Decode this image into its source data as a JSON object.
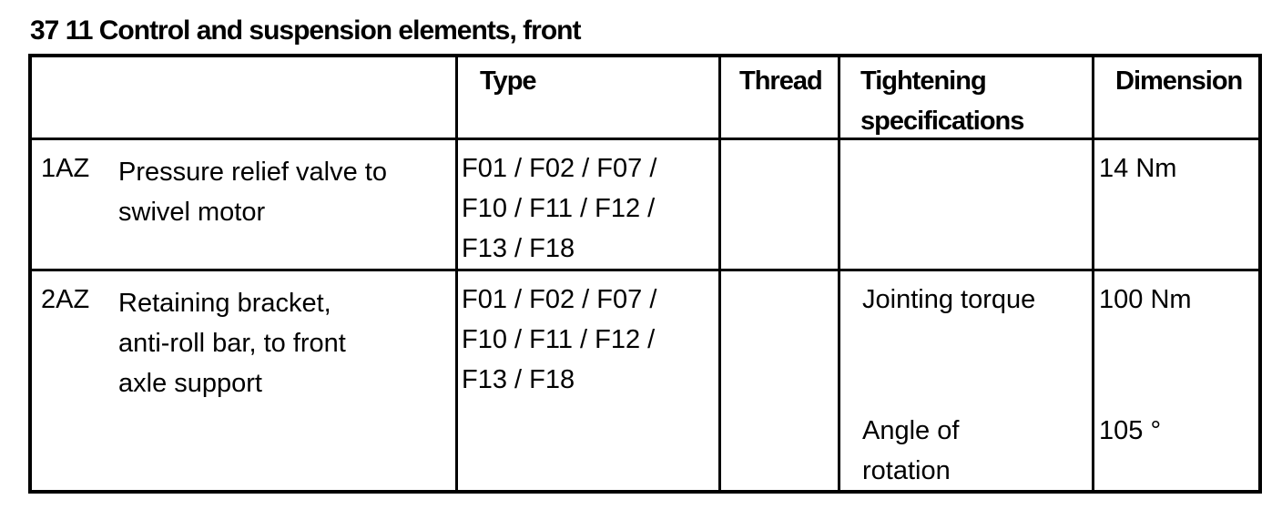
{
  "document": {
    "title": "37 11 Control and suspension elements, front"
  },
  "table": {
    "headers": {
      "item": "",
      "type": "Type",
      "thread": "Thread",
      "tightening": "Tightening\nspecifications",
      "dimension": "Dimension"
    },
    "rows": [
      {
        "code": "1AZ",
        "description": "Pressure relief valve to\nswivel motor",
        "type": "F01 / F02 / F07 /\nF10 / F11 / F12 /\nF13 / F18",
        "thread": "",
        "specs": [
          {
            "label": "",
            "value": "14 Nm"
          }
        ]
      },
      {
        "code": "2AZ",
        "description": "Retaining bracket,\nanti-roll bar, to front\naxle support",
        "type": "F01 / F02 / F07 /\nF10 / F11 / F12 /\nF13 / F18",
        "thread": "",
        "specs": [
          {
            "label": "Jointing torque",
            "value": "100 Nm"
          },
          {
            "label": "Angle of\nrotation",
            "value": "105 °"
          }
        ]
      }
    ]
  }
}
